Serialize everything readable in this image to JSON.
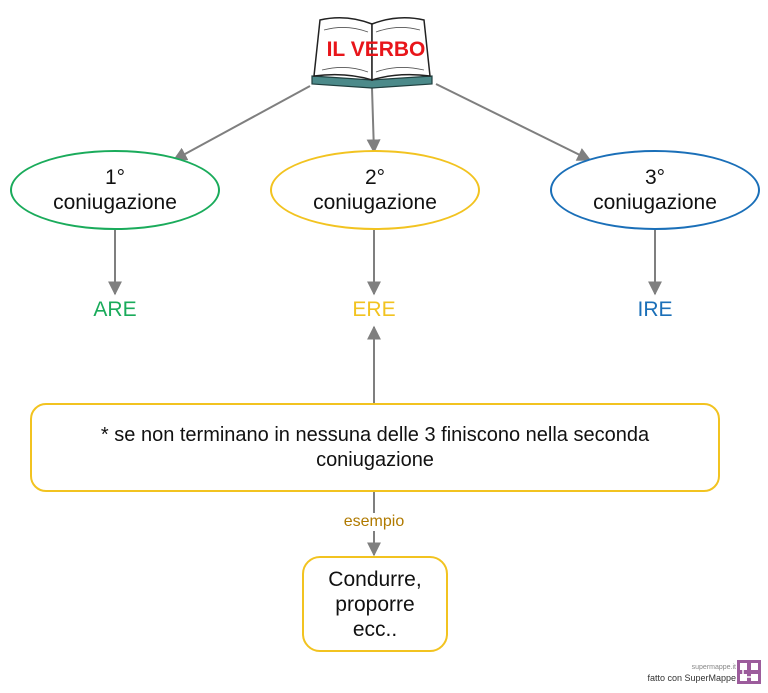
{
  "title": "IL VERBO",
  "nodes": {
    "c1": {
      "line1": "1°",
      "line2": "coniugazione"
    },
    "c2": {
      "line1": "2°",
      "line2": "coniugazione"
    },
    "c3": {
      "line1": "3°",
      "line2": "coniugazione"
    },
    "note": "* se non terminano in nessuna delle 3 finiscono nella seconda coniugazione",
    "example": "Condurre, proporre ecc.."
  },
  "endings": {
    "are": "ARE",
    "ere": "ERE",
    "ire": "IRE"
  },
  "link_label": "esempio",
  "footer": {
    "small": "supermappe.it",
    "text": "fatto con SuperMappe"
  },
  "colors": {
    "green": "#1aab5b",
    "yellow": "#f2c320",
    "blue": "#1a6fb8",
    "title_red": "#e8151a",
    "arrow": "#7f7f7f",
    "label_brown": "#b07a00"
  }
}
